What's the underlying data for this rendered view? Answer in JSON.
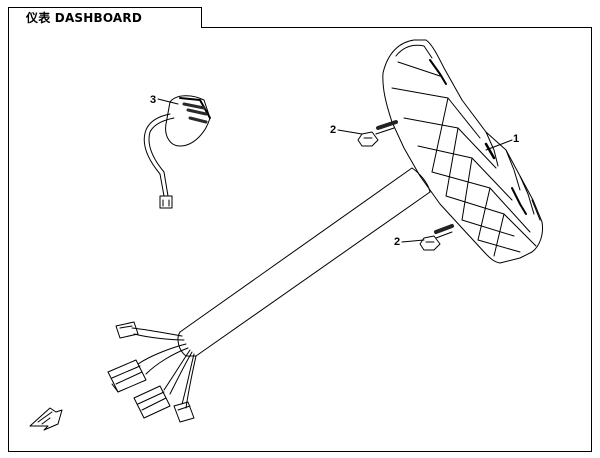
{
  "header": {
    "title": "仪表 DASHBOARD"
  },
  "callouts": [
    {
      "id": "1",
      "label": "1"
    },
    {
      "id": "2a",
      "label": "2"
    },
    {
      "id": "2b",
      "label": "2"
    },
    {
      "id": "3",
      "label": "3"
    }
  ],
  "colors": {
    "line": "#000000",
    "background": "#ffffff",
    "gauge_dark": "#2a2a2a"
  },
  "icons": {
    "direction_arrow": "front-arrow-icon"
  }
}
